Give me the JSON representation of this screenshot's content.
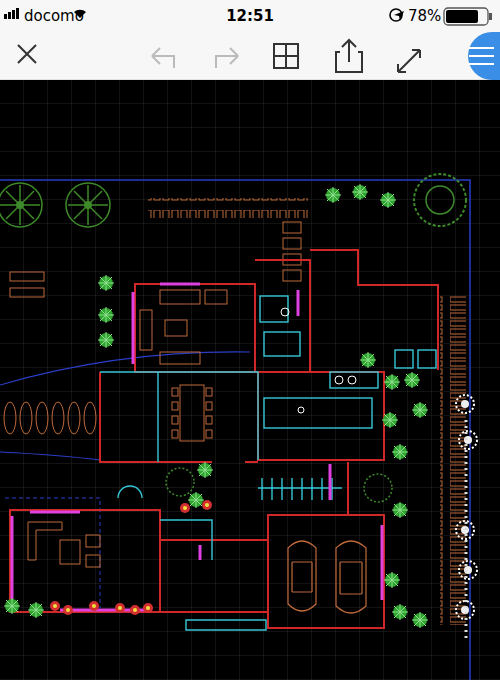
{
  "diagram": {
    "labels": [
      "docomo",
      "12:51",
      "78%"
    ]
  }
}
